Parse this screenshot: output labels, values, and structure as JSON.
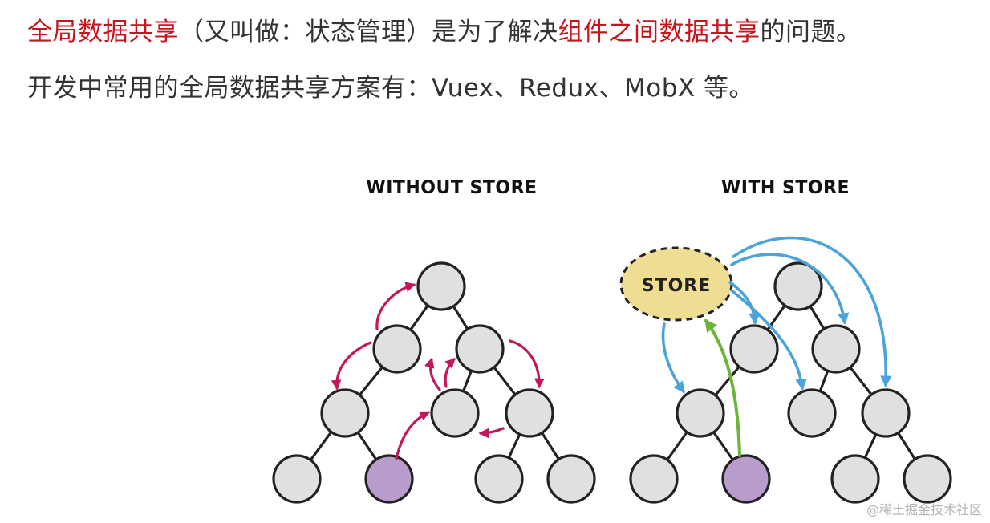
{
  "intro": {
    "line1": {
      "term": "全局数据共享",
      "aside": "（又叫做：状态管理）是为了解决",
      "goal": "组件之间数据共享",
      "tail": "的问题。"
    },
    "line2": "开发中常用的全局数据共享方案有：Vuex、Redux、MobX 等。"
  },
  "diagram": {
    "without": {
      "title": "WITHOUT STORE"
    },
    "with": {
      "title": "WITH STORE",
      "store_label": "STORE"
    }
  },
  "watermark": "@稀土掘金技术社区",
  "colors": {
    "highlight": "#c4161c",
    "node_fill": "#e0e0e0",
    "active_node_fill": "#b89ccc",
    "store_fill": "#f0dd94",
    "local_arrow": "#c2185b",
    "store_arrow": "#4aa3d9",
    "update_arrow": "#6db43b"
  }
}
